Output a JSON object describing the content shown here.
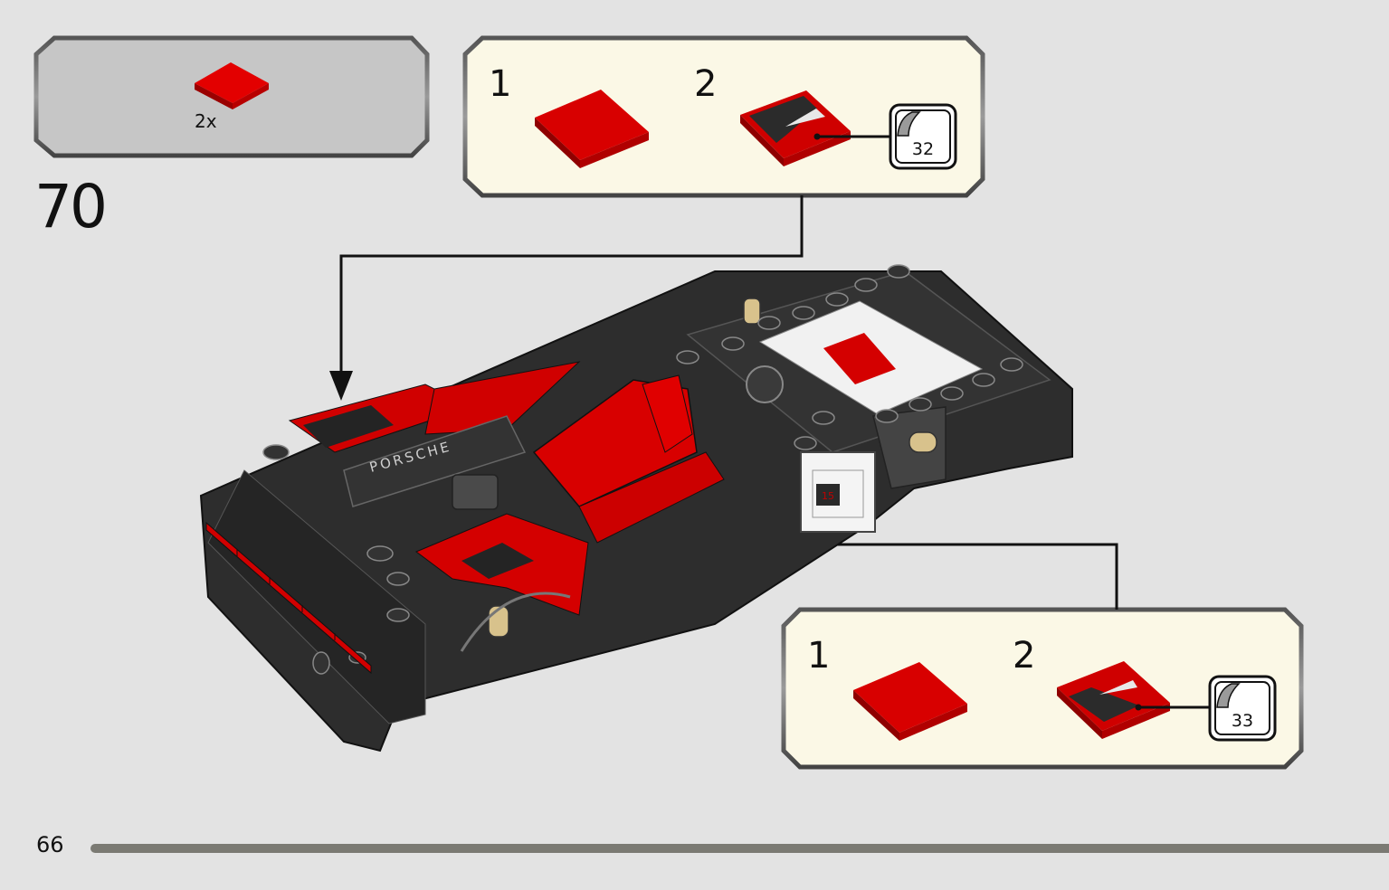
{
  "step": {
    "number": "70"
  },
  "parts_list": {
    "quantity": "2x",
    "part": "red 2x2 tile"
  },
  "substep_top": {
    "steps": [
      {
        "label": "1"
      },
      {
        "label": "2"
      }
    ],
    "sticker_number": "32"
  },
  "substep_bottom": {
    "steps": [
      {
        "label": "1"
      },
      {
        "label": "2"
      }
    ],
    "sticker_number": "33"
  },
  "model": {
    "brand_text": "PORSCHE",
    "door_number": "15"
  },
  "page": {
    "number": "66"
  },
  "colors": {
    "background": "#e3e3e3",
    "callout_bg": "#fbf8e6",
    "parts_bg": "#c6c6c6",
    "brick_red": "#d10000",
    "brick_black": "#2e2e2e",
    "progress": "#7b7a73"
  }
}
